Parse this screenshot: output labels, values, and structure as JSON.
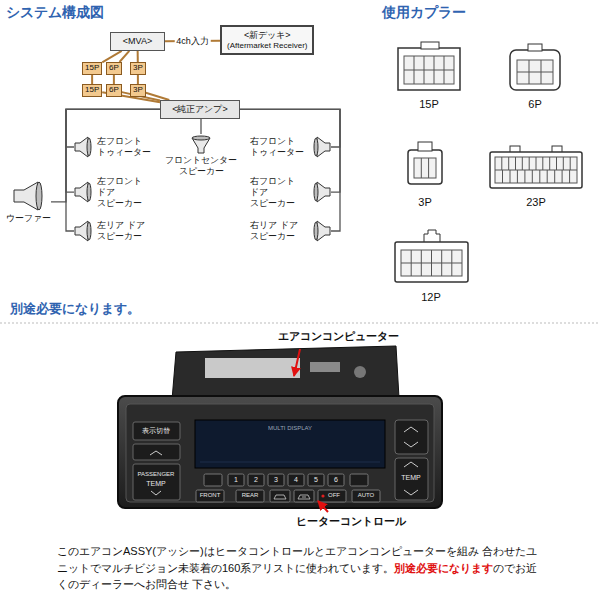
{
  "diagram": {
    "title": "システム構成図",
    "nodes": [
      {
        "text": [
          "<MVA>"
        ]
      },
      {
        "text": [
          "<新デッキ>",
          "(Aftermarket Receiver)"
        ]
      },
      {
        "text": [
          "15P"
        ]
      },
      {
        "text": [
          "6P"
        ]
      },
      {
        "text": [
          "3P"
        ]
      },
      {
        "text": [
          "15P"
        ]
      },
      {
        "text": [
          "6P"
        ]
      },
      {
        "text": [
          "3P"
        ]
      },
      {
        "text": [
          "<純正アンプ>"
        ]
      },
      {
        "text": [
          "左フロント トゥィーター"
        ]
      },
      {
        "text": [
          "右フロント トゥィーター"
        ]
      },
      {
        "text": [
          "フロントセンター スピーカー"
        ]
      },
      {
        "text": [
          "左フロント ドア スピーカー"
        ]
      },
      {
        "text": [
          "右フロント ドア スピーカー"
        ]
      },
      {
        "text": [
          "左リア ドア スピーカー"
        ]
      },
      {
        "text": [
          "右リア ドア スピーカー"
        ]
      },
      {
        "text": [
          "ウーファー"
        ]
      }
    ],
    "edges": [
      {
        "from": 0,
        "to": 1,
        "label": "4ch入力",
        "arrow": "none"
      },
      {
        "from": 0,
        "to": 2,
        "arrow": "none"
      },
      {
        "from": 0,
        "to": 3,
        "arrow": "none"
      },
      {
        "from": 0,
        "to": 4,
        "arrow": "none"
      },
      {
        "from": 2,
        "to": 5,
        "arrow": "none"
      },
      {
        "from": 3,
        "to": 6,
        "arrow": "none"
      },
      {
        "from": 4,
        "to": 7,
        "arrow": "none"
      },
      {
        "from": 5,
        "to": 8,
        "arrow": "none"
      },
      {
        "from": 6,
        "to": 8,
        "arrow": "none"
      },
      {
        "from": 7,
        "to": 8,
        "arrow": "none"
      },
      {
        "from": 8,
        "to": 9,
        "arrow": "none"
      },
      {
        "from": 8,
        "to": 10,
        "arrow": "none"
      },
      {
        "from": 8,
        "to": 11,
        "arrow": "none"
      },
      {
        "from": 8,
        "to": 12,
        "arrow": "none"
      },
      {
        "from": 8,
        "to": 13,
        "arrow": "none"
      },
      {
        "from": 8,
        "to": 14,
        "arrow": "none"
      },
      {
        "from": 8,
        "to": 15,
        "arrow": "none"
      },
      {
        "from": 8,
        "to": 16,
        "arrow": "none"
      }
    ],
    "labels": [
      "使用カプラー",
      "15P",
      "6P",
      "3P",
      "23P",
      "12P",
      "別途必要になります。",
      "エアコンコンピューター",
      "ヒーターコントロール",
      "表示切替",
      "PASSENGER",
      "TEMP",
      "MULTI DISPLAY",
      "TEMP",
      "1",
      "2",
      "3",
      "4",
      "5",
      "6",
      "FRONT",
      "REAR",
      "OFF",
      "AUTO",
      "このエアコンASSY(アッシー)はヒータコントロールとエアコンコンピューターを組み 合わせたユニットでマルチビジョン未装着の160系アリストに使われています。",
      "別途必要になります",
      "のでお近くのディーラーへお問合せ 下さい。"
    ]
  }
}
